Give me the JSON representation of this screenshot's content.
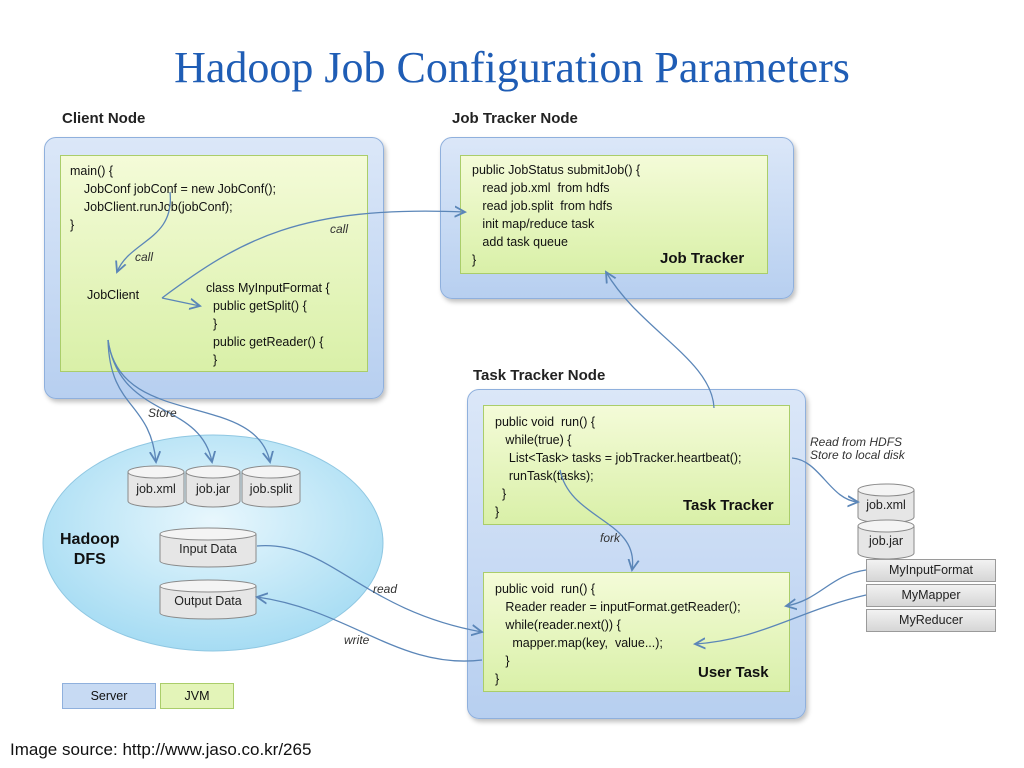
{
  "title": "Hadoop Job Configuration Parameters",
  "client_node": {
    "label": "Client Node",
    "code": "main() {\n    JobConf jobConf = new JobConf();\n    JobClient.runJob(jobConf);\n}",
    "jobclient": "JobClient",
    "inputformat_code": "class MyInputFormat {\n  public getSplit() {\n  }\n  public getReader() {\n  }"
  },
  "job_tracker_node": {
    "label": "Job Tracker Node",
    "code": "public JobStatus submitJob() {\n   read job.xml  from hdfs\n   read job.split  from hdfs\n   init map/reduce task\n   add task queue\n}",
    "jvm_title": "Job Tracker"
  },
  "task_tracker_node": {
    "label": "Task Tracker Node",
    "tracker_code": "public void  run() {\n   while(true) {\n    List<Task> tasks = jobTracker.heartbeat();\n    runTask(tasks);\n  }\n}",
    "tracker_title": "Task Tracker",
    "user_code": "public void  run() {\n   Reader reader = inputFormat.getReader();\n   while(reader.next()) {\n     mapper.map(key,  value...);\n   }\n}",
    "user_title": "User Task"
  },
  "hdfs": {
    "label_line1": "Hadoop",
    "label_line2": "DFS",
    "files": [
      "job.xml",
      "job.jar",
      "job.split"
    ],
    "input": "Input Data",
    "output": "Output Data"
  },
  "local_disk": {
    "note_line1": "Read from HDFS",
    "note_line2": "Store to local disk",
    "files": [
      "job.xml",
      "job.jar"
    ]
  },
  "classes": [
    "MyInputFormat",
    "MyMapper",
    "MyReducer"
  ],
  "arrow_labels": {
    "call_1": "call",
    "call_2": "call",
    "store": "Store",
    "fork": "fork",
    "read": "read",
    "write": "write"
  },
  "legend": {
    "server": "Server",
    "jvm": "JVM"
  },
  "source": "Image source: http://www.jaso.co.kr/265",
  "colors": {
    "title": "#1f5db5",
    "server": "#c7daf3",
    "jvm": "#e3f4b8",
    "hdfs": "#bfe6f7",
    "arrow": "#5b86b8"
  }
}
